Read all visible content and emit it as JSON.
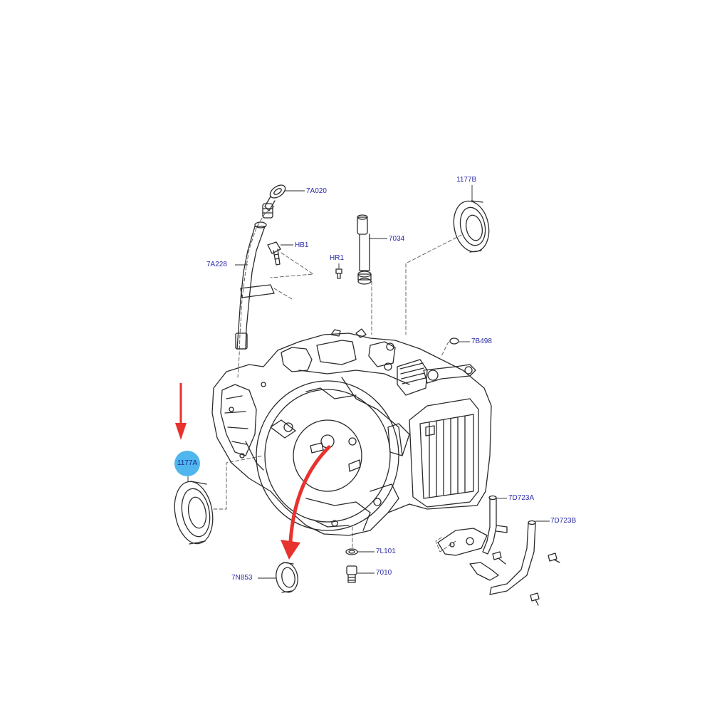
{
  "diagram": {
    "callouts": {
      "c_7a020": "7A020",
      "c_1177b": "1177B",
      "c_7034": "7034",
      "c_hb1": "HB1",
      "c_hr1": "HR1",
      "c_7a228": "7A228",
      "c_7b498": "7B498",
      "c_1177a": "1177A",
      "c_7d723a": "7D723A",
      "c_7d723b": "7D723B",
      "c_7l101": "7L101",
      "c_7n853": "7N853",
      "c_7010": "7010"
    },
    "highlight_color": "#4fb6ee",
    "arrow_color": "#e8322e",
    "label_color": "#2a2aa8"
  }
}
